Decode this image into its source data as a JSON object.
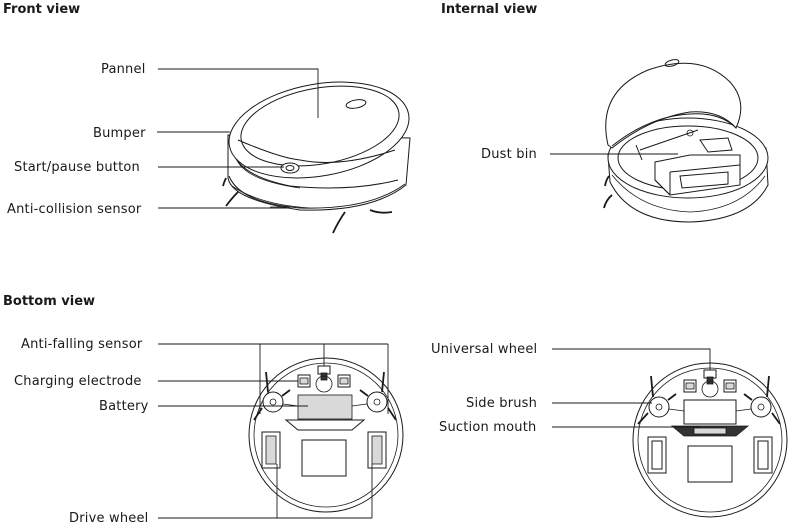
{
  "sections": {
    "front": "Front view",
    "internal": "Internal view",
    "bottom": "Bottom view"
  },
  "labels": {
    "pannel": "Pannel",
    "bumper": "Bumper",
    "start_pause": "Start/pause button",
    "anti_collision": "Anti-collision sensor",
    "dust_bin": "Dust bin",
    "anti_falling": "Anti-falling sensor",
    "charging_electrode": "Charging electrode",
    "battery": "Battery",
    "drive_wheel": "Drive wheel",
    "universal_wheel": "Universal wheel",
    "side_brush": "Side brush",
    "suction_mouth": "Suction mouth"
  }
}
